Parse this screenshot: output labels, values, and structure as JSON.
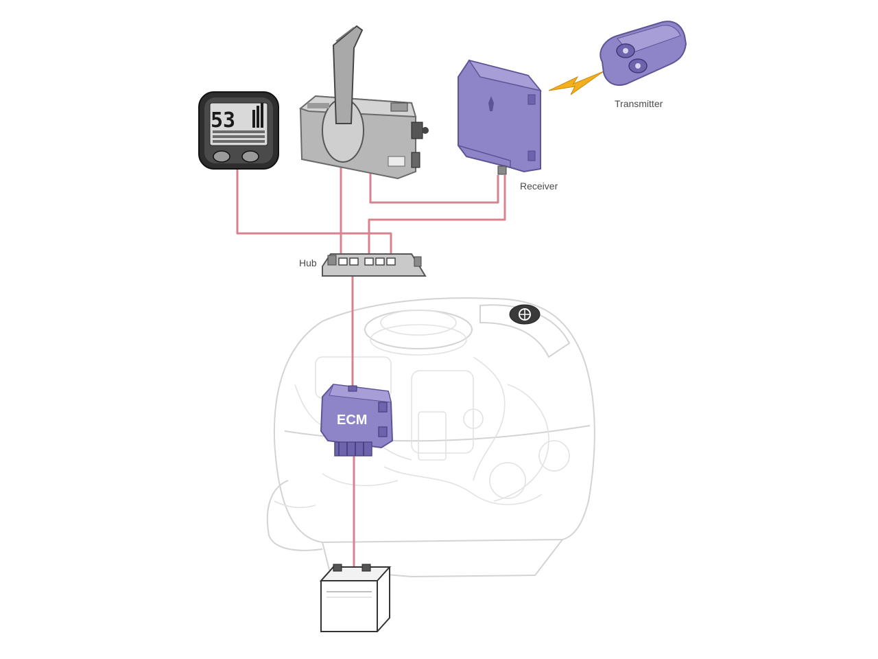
{
  "labels": {
    "transmitter": "Transmitter",
    "receiver": "Receiver",
    "hub": "Hub",
    "ecm": "ECM"
  },
  "gauge": {
    "reading": "53"
  },
  "colors": {
    "wire": "#d9828f",
    "module": "#8e84c8",
    "control_box": "#b7b7b7",
    "signal_bolt": "#f2b01e",
    "engine_outline": "#d3d3d3"
  },
  "icons": [
    "lightning-bolt-icon",
    "yamaha-logo-icon",
    "battery-icon"
  ]
}
